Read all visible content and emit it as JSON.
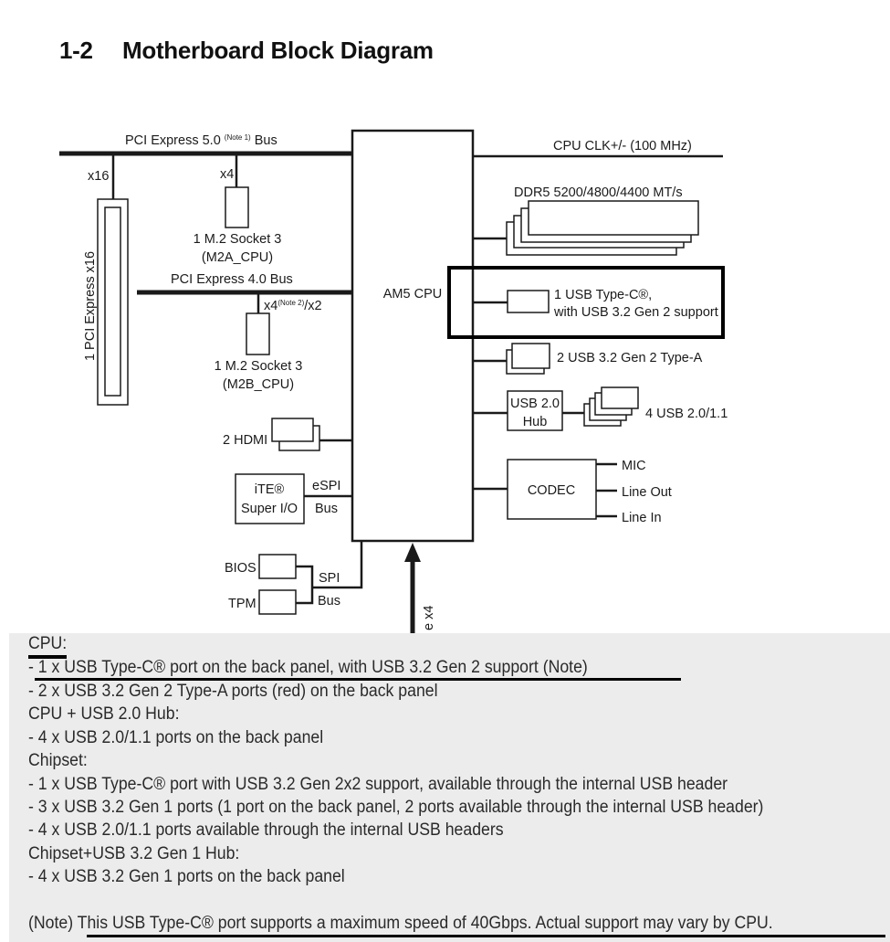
{
  "title": {
    "number": "1-2",
    "text": "Motherboard Block Diagram"
  },
  "diagram": {
    "pcie5_bus": {
      "label": "PCI Express 5.0",
      "note": "(Note 1)",
      "suffix": "Bus"
    },
    "pcie_slot": {
      "lanes": "x16",
      "label": "1 PCI Express x16"
    },
    "m2a": {
      "lanes": "x4",
      "line1": "1 M.2 Socket 3",
      "line2": "(M2A_CPU)"
    },
    "pcie4_bus": {
      "label": "PCI Express 4.0 Bus"
    },
    "m2b": {
      "lanes": "x4",
      "note": "(Note 2)",
      "lanes_alt": "/x2",
      "line1": "1 M.2 Socket 3",
      "line2": "(M2B_CPU)"
    },
    "cpu": {
      "label": "AM5 CPU"
    },
    "cpu_clk": "CPU CLK+/- (100 MHz)",
    "ddr5": "DDR5 5200/4800/4400 MT/s",
    "usb_c": {
      "line1": "1 USB Type-C®,",
      "line2": "with USB 3.2 Gen 2 support"
    },
    "usb_a": "2 USB 3.2 Gen 2 Type-A",
    "usb_hub": {
      "line1": "USB 2.0",
      "line2": "Hub",
      "ports": "4 USB 2.0/1.1"
    },
    "codec": {
      "label": "CODEC",
      "outputs": [
        "MIC",
        "Line Out",
        "Line In"
      ]
    },
    "hdmi": "2 HDMI",
    "superio": {
      "line1": "iTE®",
      "line2": "Super I/O",
      "bus1": "eSPI",
      "bus2": "Bus"
    },
    "bios": "BIOS",
    "tpm": "TPM",
    "spi": {
      "line1": "SPI",
      "line2": "Bus"
    },
    "chipset_link": "e x4"
  },
  "notes": {
    "lines": [
      "CPU:",
      "- 1 x USB Type-C® port on the back panel, with USB 3.2 Gen 2 support (Note)",
      "- 2 x USB 3.2 Gen 2 Type-A ports (red) on the back panel",
      "CPU + USB 2.0 Hub:",
      "- 4 x USB 2.0/1.1 ports on the back panel",
      "Chipset:",
      "- 1 x USB Type-C® port with USB 3.2 Gen 2x2 support, available through the internal USB header",
      "- 3 x USB 3.2 Gen 1 ports (1 port on the back panel, 2 ports available through the internal USB header)",
      "- 4 x USB 2.0/1.1 ports available through the internal USB headers",
      "Chipset+USB 3.2 Gen 1 Hub:",
      "- 4 x USB 3.2 Gen 1 ports on the back panel",
      "",
      "(Note) This USB Type-C® port supports a maximum speed of 40Gbps. Actual support may vary by CPU."
    ]
  }
}
